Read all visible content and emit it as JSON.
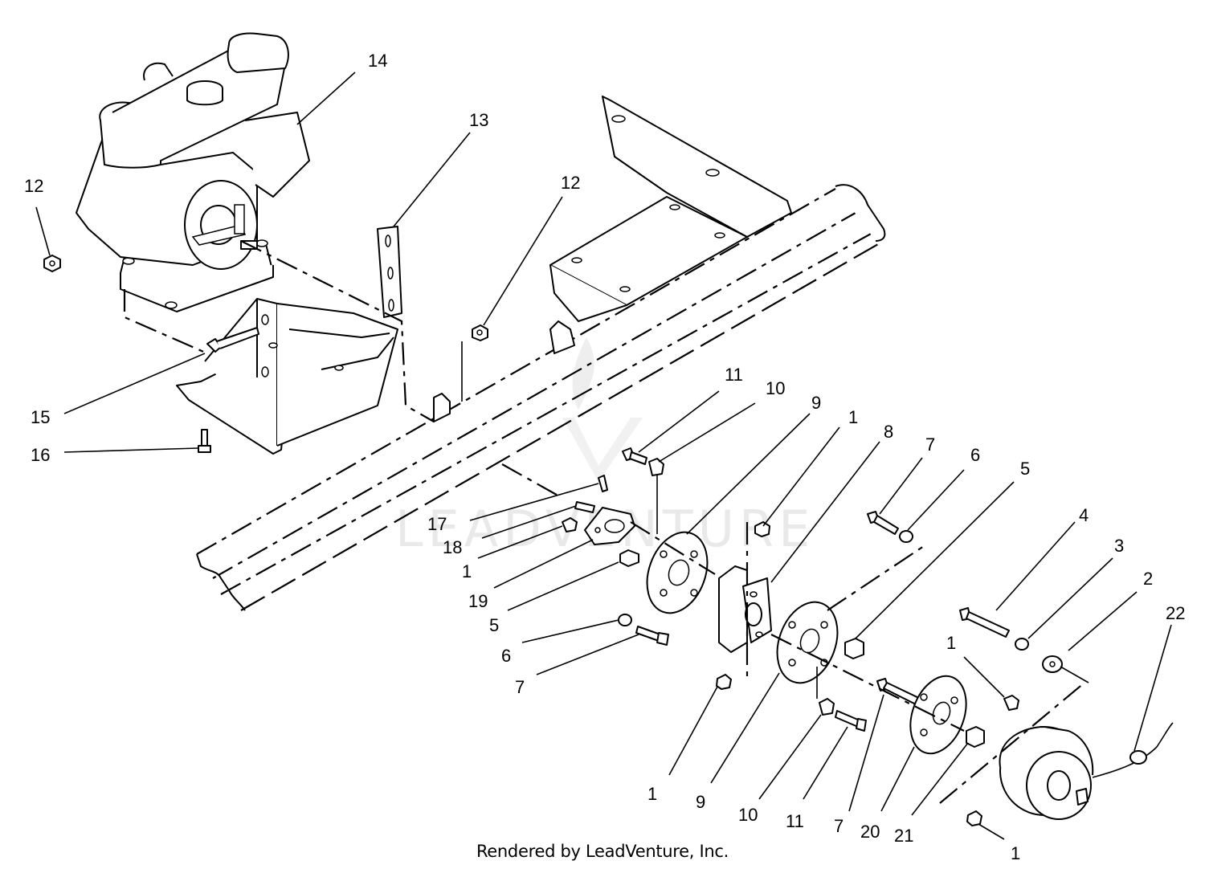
{
  "footer": {
    "text": "Rendered by LeadVenture, Inc."
  },
  "watermark": {
    "text": "LEADVENTURE"
  },
  "callouts": [
    "14",
    "13",
    "12",
    "12",
    "15",
    "16",
    "11",
    "10",
    "9",
    "1",
    "8",
    "7",
    "6",
    "5",
    "4",
    "3",
    "2",
    "22",
    "17",
    "18",
    "1",
    "19",
    "5",
    "6",
    "7",
    "1",
    "1",
    "9",
    "10",
    "11",
    "7",
    "20",
    "21",
    "1"
  ]
}
